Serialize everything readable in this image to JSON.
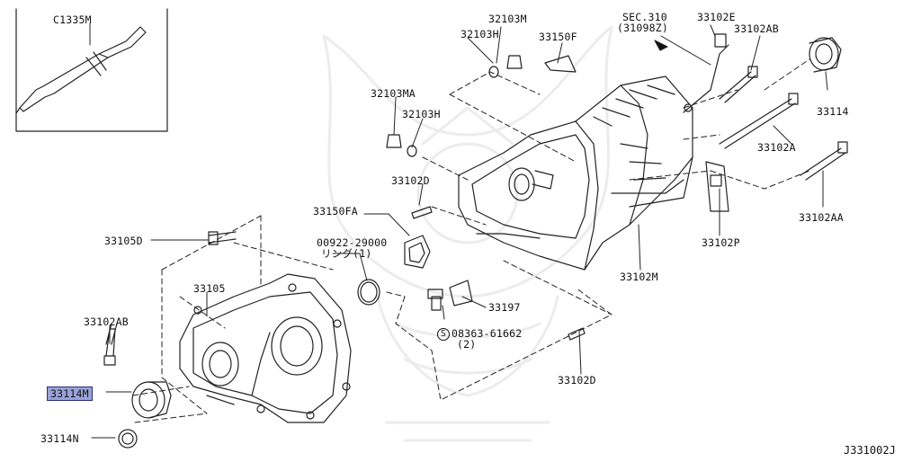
{
  "diagram": {
    "labels": {
      "c1335m": "C1335M",
      "p32103m": "32103M",
      "p32103h_top": "32103H",
      "p33150f": "33150F",
      "sec310": "SEC.310",
      "sec310_ref": "(31098Z)",
      "p33102e": "33102E",
      "p33102ab_top": "33102AB",
      "p32103ma": "32103MA",
      "p32103h_mid": "32103H",
      "p33114_top": "33114",
      "p33102a": "33102A",
      "p33102d_top": "33102D",
      "p33150fa": "33150FA",
      "p00922": "00922-29000",
      "ring_note": "リング(1)",
      "p33102aa": "33102AA",
      "p33105d": "33105D",
      "p33102p": "33102P",
      "p33105": "33105",
      "p33102m": "33102M",
      "p33197": "33197",
      "p33102ab_bot": "33102AB",
      "s_symbol": "S",
      "p08363": "08363-61662",
      "p08363_qty": "(2)",
      "p33114m": "33114M",
      "p33102d_bot": "33102D",
      "p33114n": "33114N"
    },
    "highlight_color": "#9aa3d8",
    "diagram_code": "J331002J"
  }
}
